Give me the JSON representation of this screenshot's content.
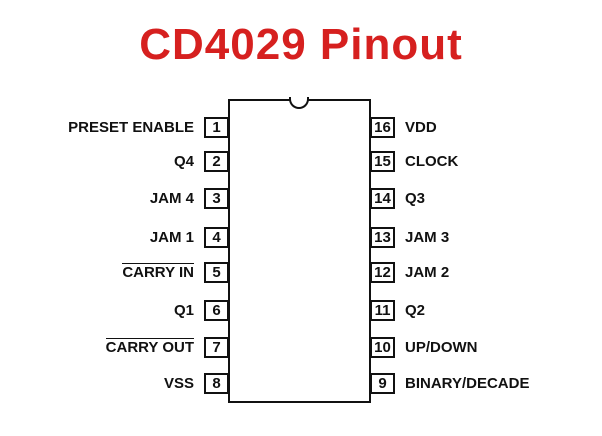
{
  "title": "CD4029 Pinout",
  "left_pins": [
    {
      "num": "1",
      "label": "PRESET ENABLE",
      "overline": false
    },
    {
      "num": "2",
      "label": "Q4",
      "overline": false
    },
    {
      "num": "3",
      "label": "JAM 4",
      "overline": false
    },
    {
      "num": "4",
      "label": "JAM 1",
      "overline": false
    },
    {
      "num": "5",
      "label": "CARRY IN",
      "overline": true
    },
    {
      "num": "6",
      "label": "Q1",
      "overline": false
    },
    {
      "num": "7",
      "label": "CARRY OUT",
      "overline": true
    },
    {
      "num": "8",
      "label": "VSS",
      "overline": false
    }
  ],
  "right_pins": [
    {
      "num": "16",
      "label": "VDD"
    },
    {
      "num": "15",
      "label": "CLOCK"
    },
    {
      "num": "14",
      "label": "Q3"
    },
    {
      "num": "13",
      "label": "JAM 3"
    },
    {
      "num": "12",
      "label": "JAM 2"
    },
    {
      "num": "11",
      "label": "Q2"
    },
    {
      "num": "10",
      "label": "UP/DOWN"
    },
    {
      "num": "9",
      "label": "BINARY/DECADE"
    }
  ]
}
